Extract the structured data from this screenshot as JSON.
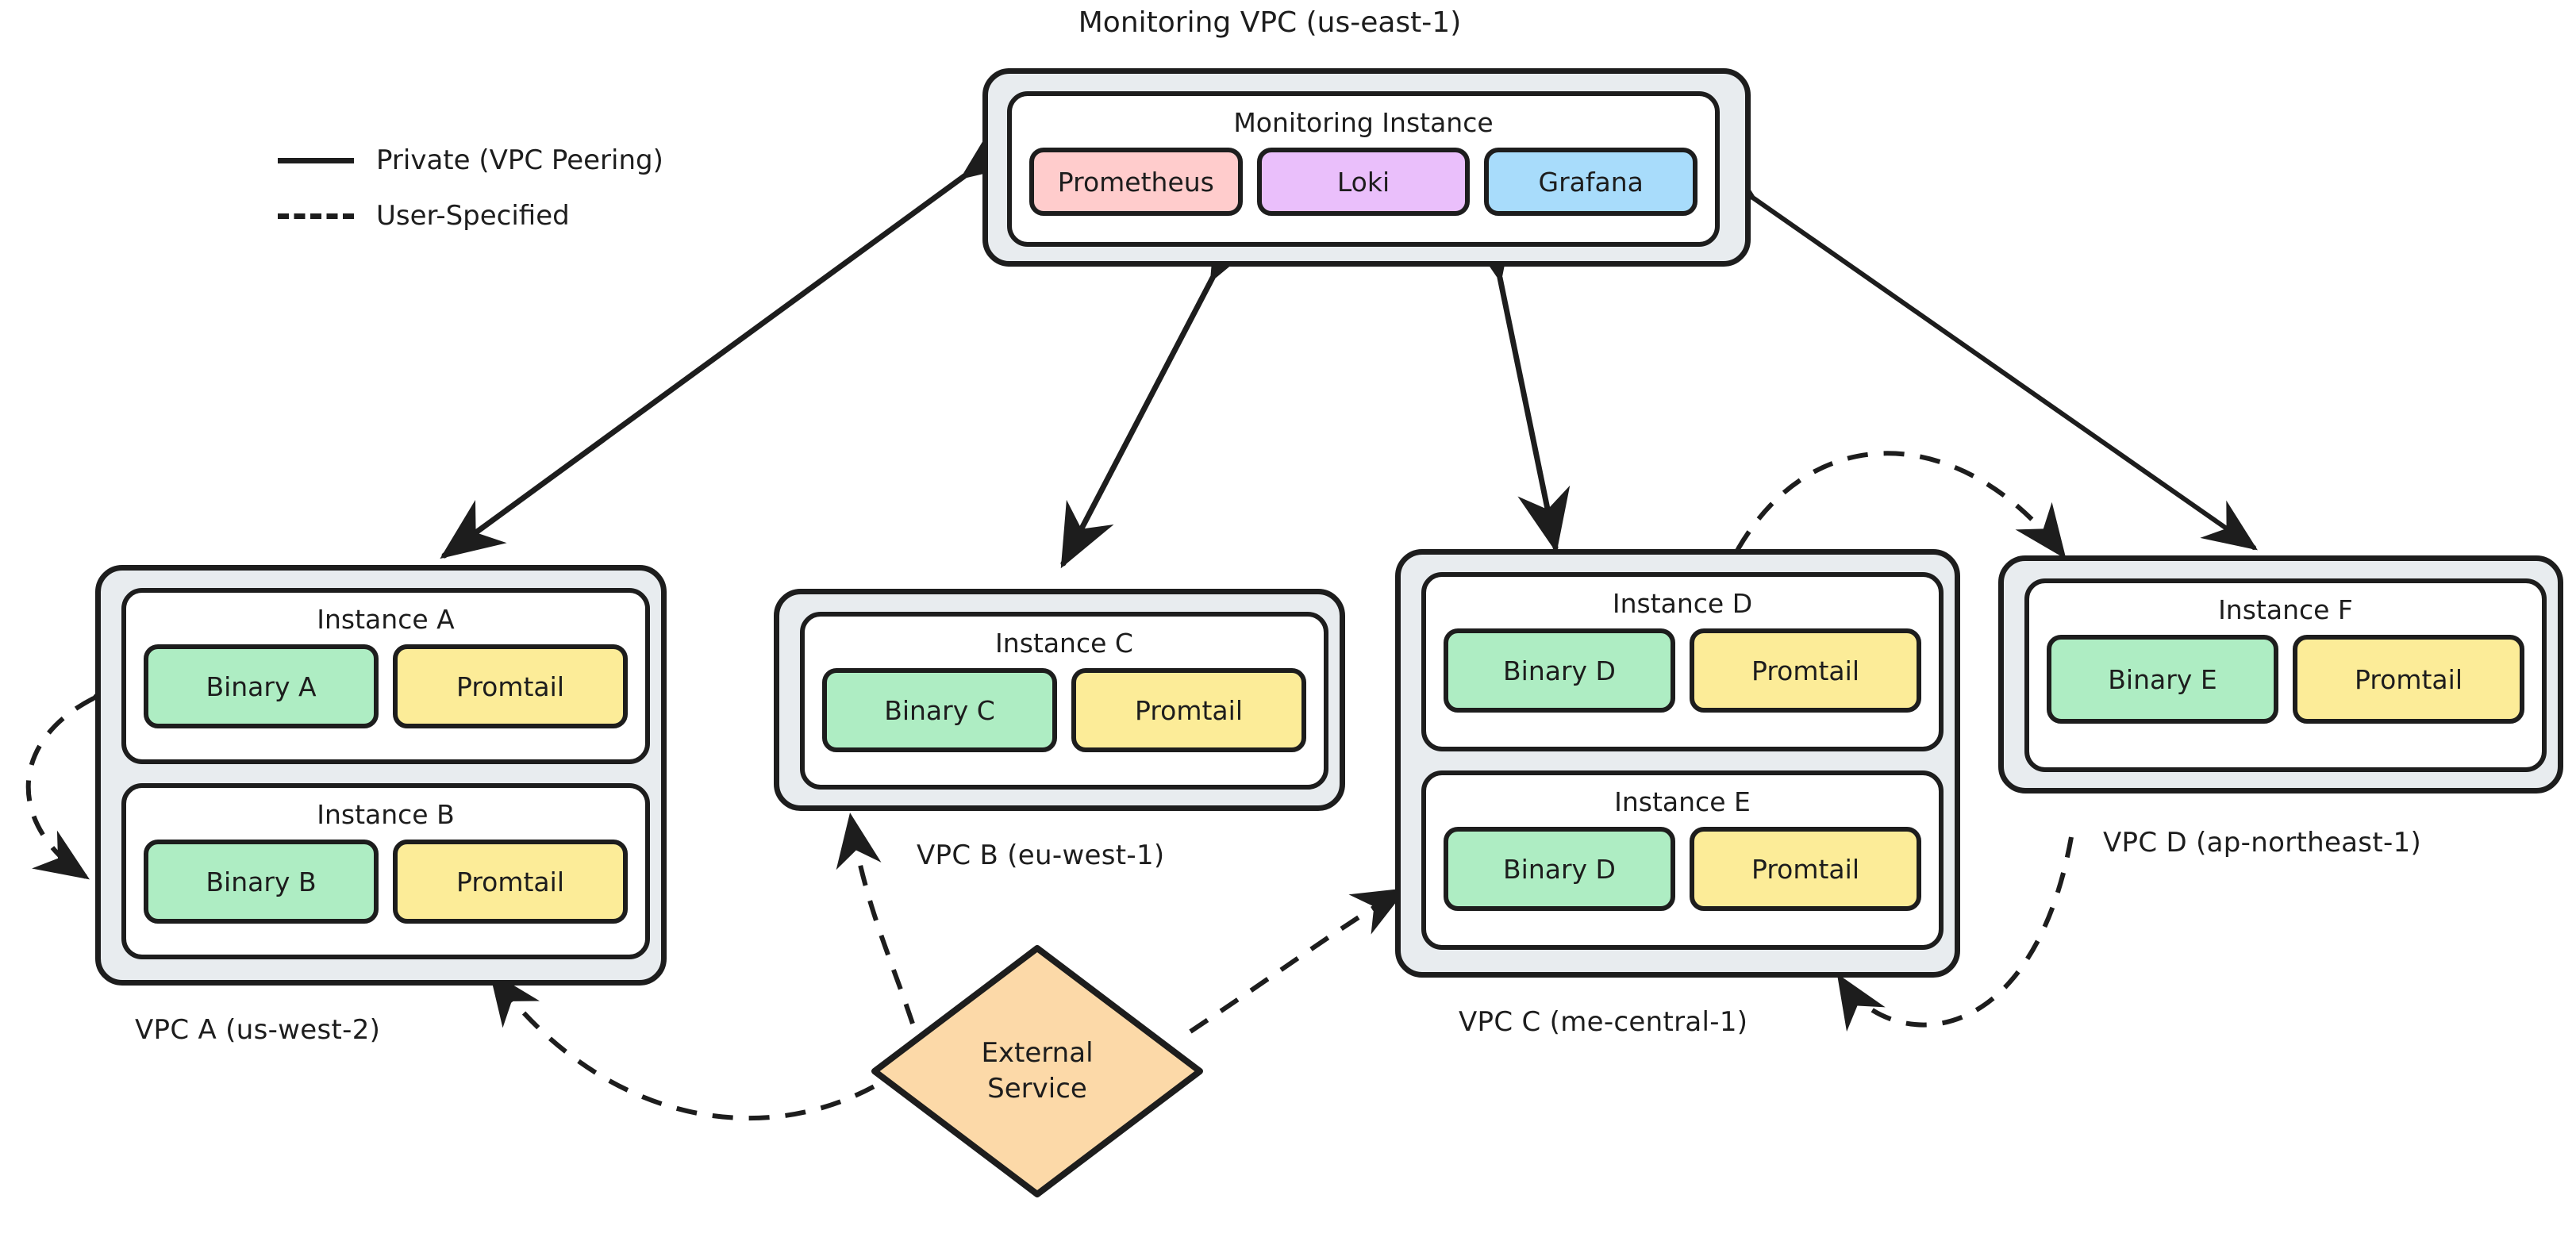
{
  "legend": {
    "items": [
      {
        "style": "solid",
        "label": "Private (VPC Peering)"
      },
      {
        "style": "dashed",
        "label": "User-Specified"
      }
    ]
  },
  "monitoring_vpc": {
    "title": "Monitoring VPC (us-east-1)",
    "instance": {
      "title": "Monitoring Instance",
      "components": [
        {
          "name": "Prometheus",
          "kind": "prometheus"
        },
        {
          "name": "Loki",
          "kind": "loki"
        },
        {
          "name": "Grafana",
          "kind": "grafana"
        }
      ]
    }
  },
  "vpcs": [
    {
      "id": "vpc-a",
      "label": "VPC A (us-west-2)",
      "instances": [
        {
          "title": "Instance A",
          "components": [
            {
              "name": "Binary A",
              "kind": "binary"
            },
            {
              "name": "Promtail",
              "kind": "promtail"
            }
          ]
        },
        {
          "title": "Instance B",
          "components": [
            {
              "name": "Binary B",
              "kind": "binary"
            },
            {
              "name": "Promtail",
              "kind": "promtail"
            }
          ]
        }
      ]
    },
    {
      "id": "vpc-b",
      "label": "VPC B (eu-west-1)",
      "instances": [
        {
          "title": "Instance C",
          "components": [
            {
              "name": "Binary C",
              "kind": "binary"
            },
            {
              "name": "Promtail",
              "kind": "promtail"
            }
          ]
        }
      ]
    },
    {
      "id": "vpc-c",
      "label": "VPC C (me-central-1)",
      "instances": [
        {
          "title": "Instance D",
          "components": [
            {
              "name": "Binary D",
              "kind": "binary"
            },
            {
              "name": "Promtail",
              "kind": "promtail"
            }
          ]
        },
        {
          "title": "Instance E",
          "components": [
            {
              "name": "Binary D",
              "kind": "binary"
            },
            {
              "name": "Promtail",
              "kind": "promtail"
            }
          ]
        }
      ]
    },
    {
      "id": "vpc-d",
      "label": "VPC D (ap-northeast-1)",
      "instances": [
        {
          "title": "Instance F",
          "components": [
            {
              "name": "Binary E",
              "kind": "binary"
            },
            {
              "name": "Promtail",
              "kind": "promtail"
            }
          ]
        }
      ]
    }
  ],
  "external_service": {
    "line1": "External",
    "line2": "Service"
  },
  "colors": {
    "stroke": "#1d1d1d",
    "vpc_fill": "#e8ecef",
    "instance_fill": "#ffffff",
    "binary": "#aeedc3",
    "promtail": "#fcec98",
    "prometheus": "#ffcccc",
    "loki": "#eabffb",
    "grafana": "#a8dcfb",
    "external": "#fcd9a8",
    "background": "#ffffff"
  }
}
